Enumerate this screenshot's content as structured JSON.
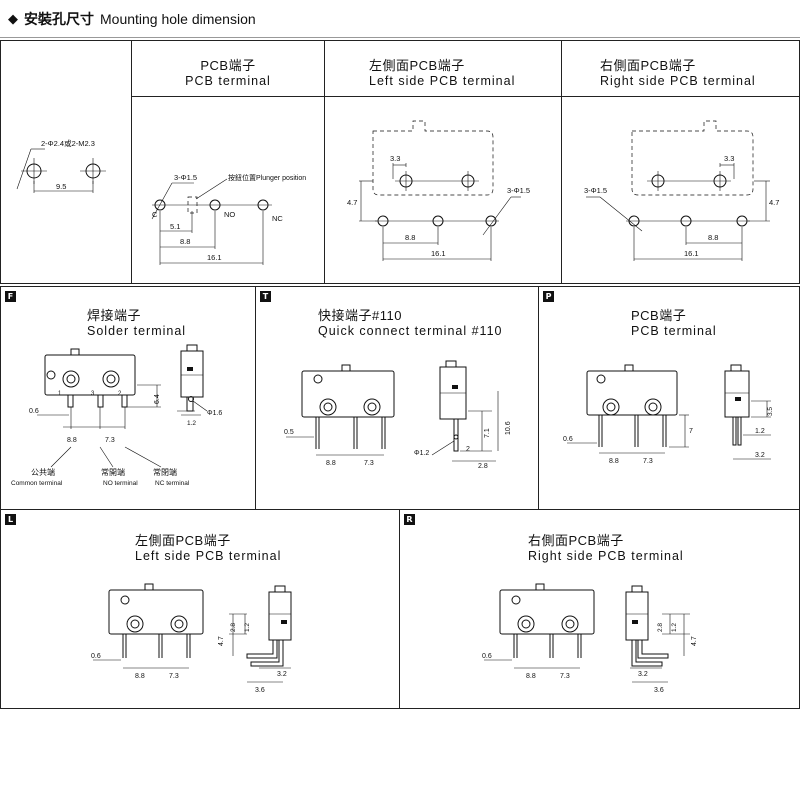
{
  "header": {
    "diamond": "◆",
    "title_cn": "安裝孔尺寸",
    "title_en": "Mounting hole dimension"
  },
  "top": {
    "pcb": {
      "cn": "PCB端子",
      "en": "PCB terminal"
    },
    "left": {
      "cn": "左側面PCB端子",
      "en": "Left side PCB terminal"
    },
    "right": {
      "cn": "右側面PCB端子",
      "en": "Right side PCB terminal"
    },
    "mount": {
      "hole_label": "2-Φ2.4或2-M2.3",
      "dim_95": "9.5"
    },
    "pcb_dims": {
      "holes": "3-Φ1.5",
      "plunger": "按鈕位置Plunger position",
      "c": "C",
      "no": "NO",
      "nc": "NC",
      "d51": "5.1",
      "d88": "8.8",
      "d161": "16.1"
    },
    "left_dims": {
      "d33": "3.3",
      "d47": "4.7",
      "holes": "3-Φ1.5",
      "d88": "8.8",
      "d161": "16.1"
    },
    "right_dims": {
      "d33": "3.3",
      "holes": "3-Φ1.5",
      "d47": "4.7",
      "d88": "8.8",
      "d161": "16.1"
    }
  },
  "mid": {
    "solder": {
      "badge": "F",
      "cn": "焊接端子",
      "en": "Solder terminal",
      "d06": "0.6",
      "d88": "8.8",
      "d73": "7.3",
      "d64": "6.4",
      "d12": "1.2",
      "d16": "Φ1.6",
      "p1": "1",
      "p3": "3",
      "p2": "2",
      "common_cn": "公共端",
      "common_en": "Common terminal",
      "no_cn": "常開端",
      "no_en": "NO terminal",
      "nc_cn": "常閉端",
      "nc_en": "NC terminal"
    },
    "quick": {
      "badge": "T",
      "cn": "快接端子#110",
      "en": "Quick connect terminal #110",
      "d05": "0.5",
      "d88": "8.8",
      "d73": "7.3",
      "d12": "Φ1.2",
      "d2": "2",
      "d71": "7.1",
      "d106": "10.6",
      "d28": "2.8"
    },
    "pcb": {
      "badge": "P",
      "cn": "PCB端子",
      "en": "PCB terminal",
      "d06": "0.6",
      "d88": "8.8",
      "d73": "7.3",
      "d7": "7",
      "d35": "3.5",
      "d12": "1.2",
      "d32": "3.2"
    }
  },
  "bottom": {
    "left": {
      "badge": "L",
      "cn": "左側面PCB端子",
      "en": "Left side PCB terminal",
      "d06": "0.6",
      "d88": "8.8",
      "d73": "7.3",
      "d47": "4.7",
      "d28": "2.8",
      "d12": "1.2",
      "d32": "3.2",
      "d36": "3.6"
    },
    "right": {
      "badge": "R",
      "cn": "右側面PCB端子",
      "en": "Right side PCB terminal",
      "d06": "0.6",
      "d88": "8.8",
      "d73": "7.3",
      "d28": "2.8",
      "d12": "1.2",
      "d47": "4.7",
      "d32": "3.2",
      "d36": "3.6"
    }
  }
}
